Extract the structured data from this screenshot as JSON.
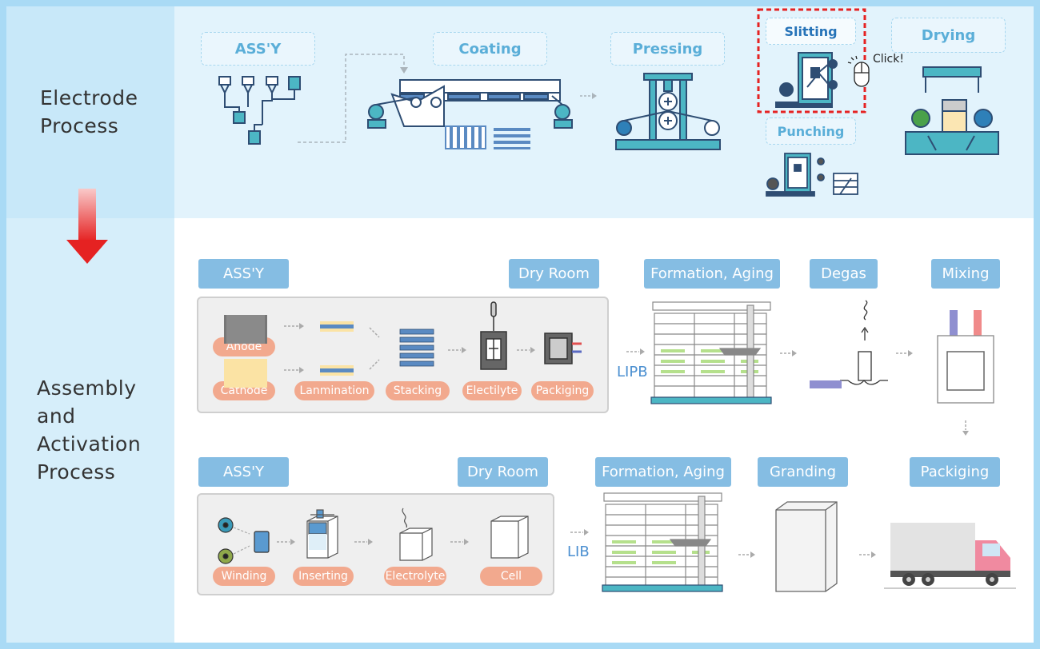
{
  "sections": {
    "electrode_title": "Electrode Process",
    "assembly_title_lines": [
      "Assembly",
      "and",
      "Activation",
      "Process"
    ]
  },
  "electrode": {
    "steps": [
      "ASS'Y",
      "Coating",
      "Pressing",
      "Slitting",
      "Punching",
      "Drying"
    ],
    "click_label": "Click!"
  },
  "lipb": {
    "assy": "ASS'Y",
    "dry_room": "Dry Room",
    "materials": [
      "Anode",
      "Cathode"
    ],
    "steps": [
      "Lanmination",
      "Stacking",
      "Electilyte",
      "Packiging"
    ],
    "output": "LIPB",
    "later_steps": [
      "Formation, Aging",
      "Degas",
      "Mixing"
    ]
  },
  "lib": {
    "assy": "ASS'Y",
    "dry_room": "Dry Room",
    "steps": [
      "Winding",
      "Inserting",
      "Electrolyte",
      "Cell"
    ],
    "output": "LIB",
    "later_steps": [
      "Formation, Aging",
      "Granding",
      "Packiging"
    ]
  },
  "colors": {
    "frame": "#a9daf5",
    "teal": "#4cb6c4",
    "navy": "#2e4d73",
    "step_tag": "#85bde3",
    "pill": "#f2a98e",
    "highlight": "#e52222",
    "arrow": "#e52222"
  }
}
